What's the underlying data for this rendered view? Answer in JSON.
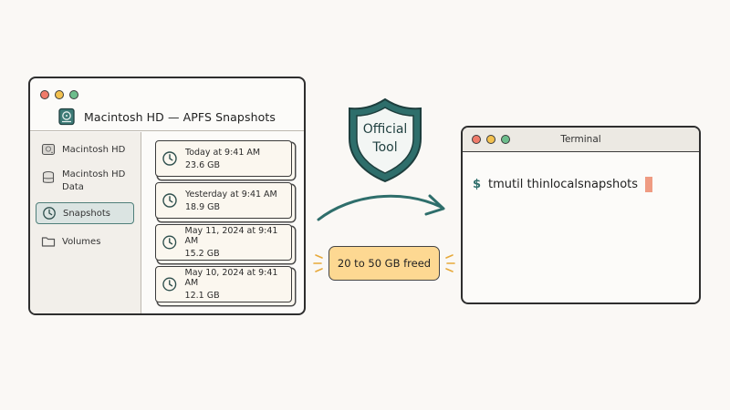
{
  "finder": {
    "title": "Macintosh HD — APFS Snapshots",
    "sidebar": [
      {
        "label": "Macintosh HD",
        "icon": "drive-icon"
      },
      {
        "label": "Macintosh HD Data",
        "icon": "database-icon"
      },
      {
        "label": "Snapshots",
        "icon": "clock-icon",
        "active": true
      },
      {
        "label": "Volumes",
        "icon": "folder-icon"
      }
    ],
    "snapshots": [
      {
        "date": "Today at 9:41 AM",
        "size": "23.6 GB"
      },
      {
        "date": "Yesterday at 9:41 AM",
        "size": "18.9 GB"
      },
      {
        "date": "May 11, 2024 at 9:41 AM",
        "size": "15.2 GB"
      },
      {
        "date": "May 10, 2024 at 9:41 AM",
        "size": "12.1 GB"
      }
    ]
  },
  "badge": {
    "line1": "Official",
    "line2": "Tool"
  },
  "freed": "20 to 50 GB freed",
  "terminal": {
    "title": "Terminal",
    "prompt": "$",
    "command": "tmutil thinlocalsnapshots"
  },
  "colors": {
    "teal": "#2e6e6b",
    "pill": "#fdd892",
    "cursor": "#ef9b82",
    "close": "#ef7b6a",
    "minimize": "#f3c14f",
    "zoom": "#6dbd8c"
  }
}
